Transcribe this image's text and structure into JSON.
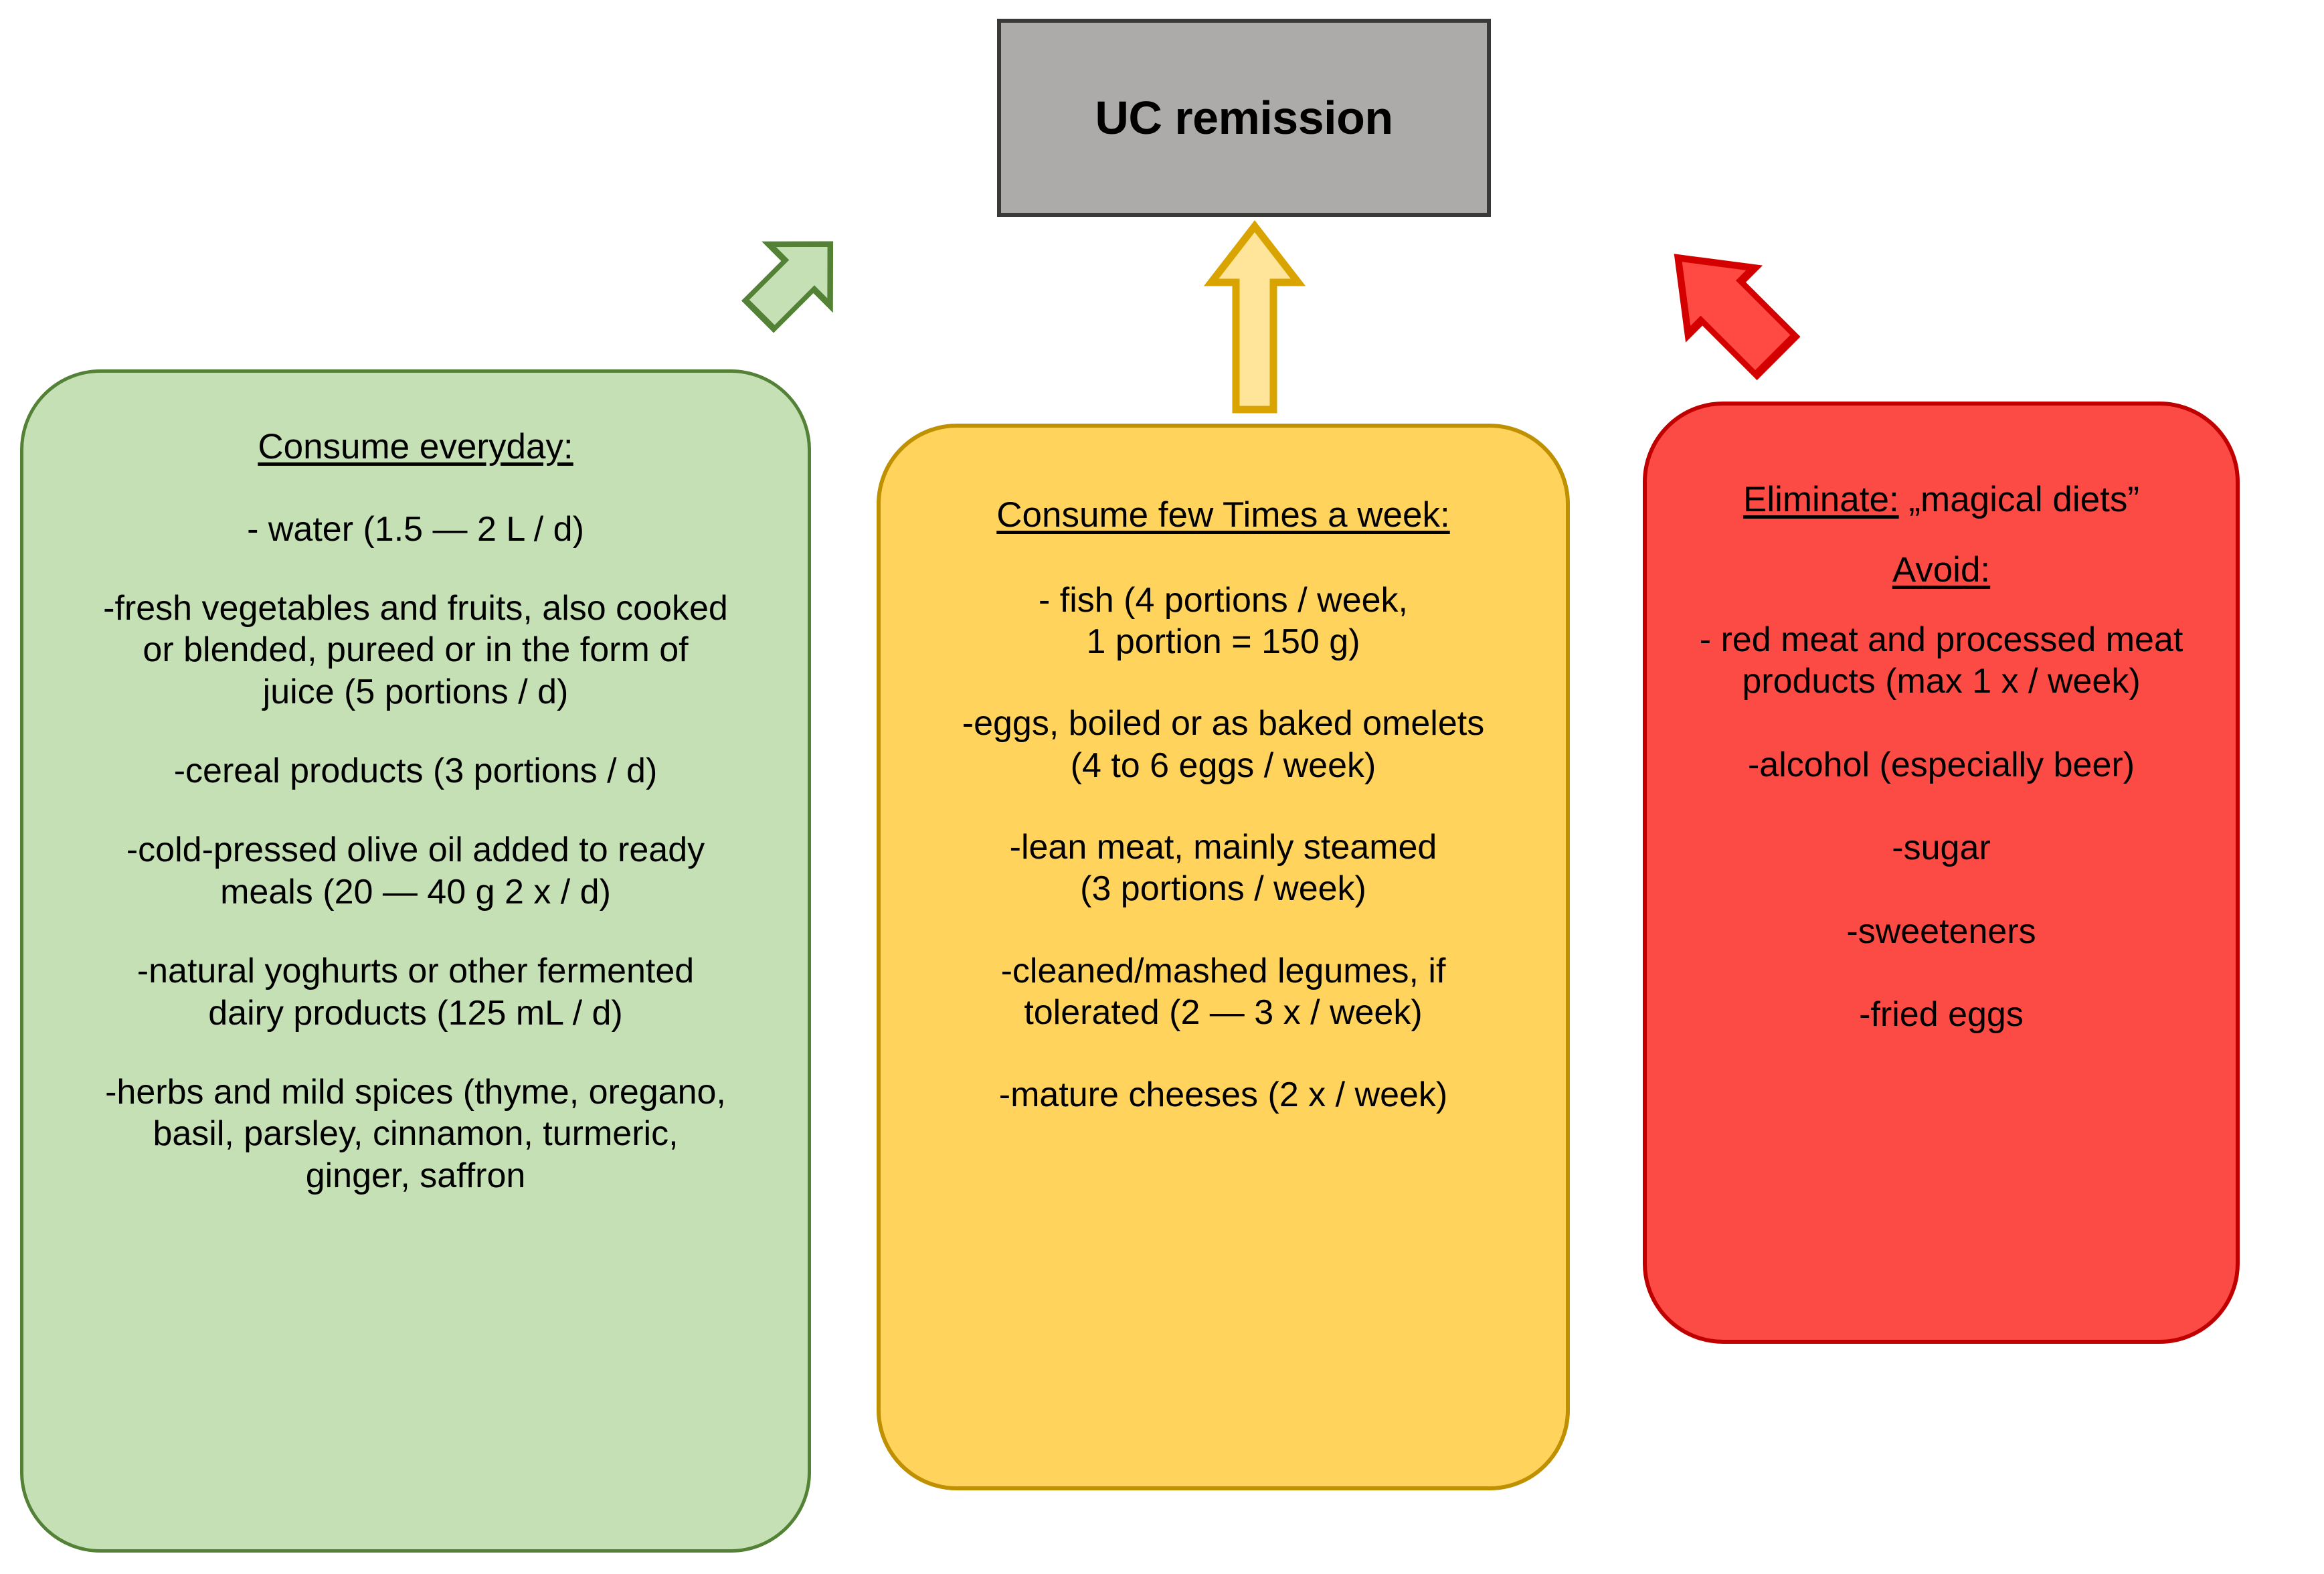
{
  "header": {
    "title": "UC remission",
    "box_fill": "#ACABA9",
    "box_border": "#3B3838"
  },
  "columns": [
    {
      "id": "everyday",
      "heading": "Consume everyday:",
      "fill": "#C5E0B4",
      "border": "#538135",
      "items": [
        "- water (1.5 — 2 L / d)",
        "-fresh vegetables and fruits, also cooked\nor blended, pureed or in the form of\njuice (5 portions / d)",
        "-cereal products (3 portions / d)",
        "-cold-pressed olive oil added to ready\nmeals (20 — 40 g 2 x / d)",
        "-natural yoghurts or other fermented\ndairy products (125 mL / d)",
        "-herbs and mild spices (thyme, oregano,\nbasil, parsley, cinnamon, turmeric,\nginger, saffron"
      ]
    },
    {
      "id": "few-times-a-week",
      "heading": "Consume few Times a week:",
      "fill": "#FFD35C",
      "border": "#BF9000",
      "items": [
        "- fish (4 portions / week,\n1 portion = 150 g)",
        "-eggs, boiled or as baked omelets\n(4 to 6 eggs / week)",
        "-lean meat, mainly steamed\n(3 portions / week)",
        "-cleaned/mashed legumes, if\ntolerated (2 — 3 x / week)",
        "-mature cheeses (2 x / week)"
      ]
    },
    {
      "id": "eliminate-avoid",
      "heading": "Eliminate:",
      "heading_suffix": " „magical diets”",
      "subheading": "Avoid:",
      "fill": "#FC4A45",
      "border": "#C00000",
      "items": [
        "- red meat and processed meat\nproducts (max 1 x / week)",
        "-alcohol (especially beer)",
        "-sugar",
        "-sweeteners",
        "-fried eggs"
      ]
    }
  ],
  "arrows": [
    {
      "id": "green-arrow",
      "direction": "up-right",
      "fill": "#C5E0B4",
      "stroke": "#538135"
    },
    {
      "id": "yellow-arrow",
      "direction": "up",
      "fill": "#FFE599",
      "stroke": "#D9A400"
    },
    {
      "id": "red-arrow",
      "direction": "up-left",
      "fill": "#FF4A44",
      "stroke": "#D40000"
    }
  ]
}
